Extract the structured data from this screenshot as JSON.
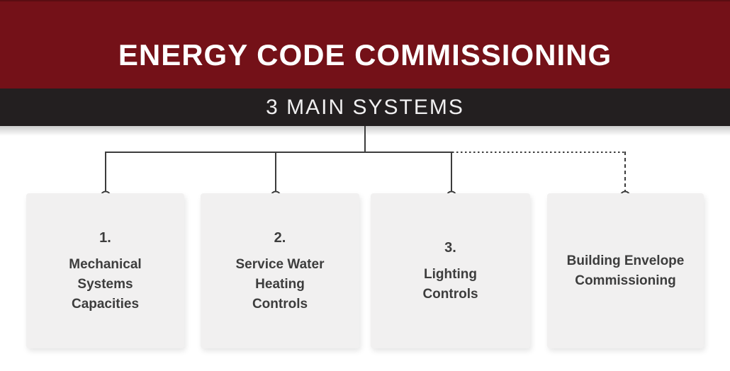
{
  "header": {
    "title": "ENERGY CODE COMMISSIONING",
    "subtitle": "3 MAIN SYSTEMS"
  },
  "cards": [
    {
      "number": "1.",
      "lines": [
        "Mechanical",
        "Systems",
        "Capacities"
      ],
      "connector": "solid"
    },
    {
      "number": "2.",
      "lines": [
        "Service Water",
        "Heating",
        "Controls"
      ],
      "connector": "solid"
    },
    {
      "number": "3.",
      "lines": [
        "Lighting",
        "Controls"
      ],
      "connector": "solid"
    },
    {
      "number": "",
      "lines": [
        "Building Envelope",
        "Commissioning"
      ],
      "connector": "dashed"
    }
  ],
  "colors": {
    "accent-red": "#741118",
    "band-dark": "#231f20",
    "card-bg": "#f1f0f0",
    "card-text": "#3d3d3d",
    "line": "#3c3c3c",
    "title-text": "#ffffff",
    "subtitle-text": "#f0eff0"
  }
}
